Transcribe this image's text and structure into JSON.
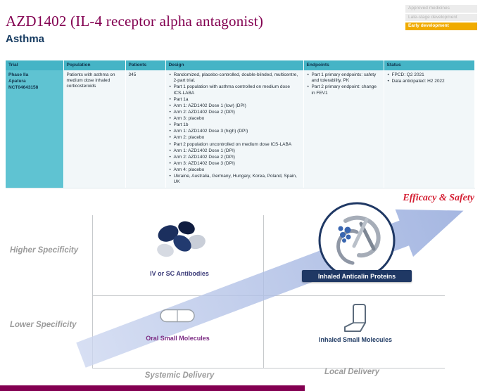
{
  "pipeline_badges": [
    {
      "label": "Approved medicines",
      "state": "inactive"
    },
    {
      "label": "Late-stage development",
      "state": "inactive"
    },
    {
      "label": "Early development",
      "state": "active"
    }
  ],
  "header": {
    "title": "AZD1402 (IL-4 receptor alpha antagonist)",
    "subtitle": "Asthma"
  },
  "trial_table": {
    "columns": [
      "Trial",
      "Population",
      "Patients",
      "Design",
      "Endpoints",
      "Status"
    ],
    "row": {
      "trial_lines": [
        "Phase IIa",
        "Apatura",
        "NCT04643158"
      ],
      "population": "Patients with asthma on medium dose inhaled corticosteroids",
      "patients": "345",
      "design_bullets": [
        "Randomized, placebo-controlled, double-blinded, multicentre, 2-part trial.",
        "Part 1 population with asthma controlled on medium dose ICS-LABA",
        "Part 1a",
        "Arm 1: AZD1402 Dose 1 (low) (DPI)",
        "Arm 2: AZD1402 Dose 2 (DPI)",
        "Arm 3: placebo",
        "Part 1b",
        "Arm 1: AZD1402 Dose 3 (high) (DPI)",
        "Arm 2: placebo",
        "Part 2 population uncontrolled on medium dose ICS-LABA",
        "Arm 1: AZD1402 Dose 1 (DPI)",
        "Arm 2: AZD1402 Dose 2 (DPI)",
        "Arm 3: AZD1402 Dose 3 (DPI)",
        "Arm 4: placebo",
        "Ukraine, Australia, Germany, Hungary, Korea, Poland, Spain, UK"
      ],
      "endpoints_bullets": [
        "Part 1 primary endpoints: safety and tolerability, PK",
        "Part 2 primary endpoint: change in FEV1"
      ],
      "status_bullets": [
        "FPCD: Q2 2021",
        "Data anticipated: H2 2022"
      ]
    }
  },
  "diagram": {
    "efficacy_label": "Efficacy & Safety",
    "y_axis_top": "Higher Specificity",
    "y_axis_bottom": "Lower Specificity",
    "x_axis_left": "Systemic Delivery",
    "x_axis_right": "Local Delivery",
    "quadrant_labels": {
      "top_left": "IV or SC Antibodies",
      "top_right": "Inhaled Anticalin Proteins",
      "bottom_left": "Oral Small Molecules",
      "bottom_right": "Inhaled Small Molecules"
    },
    "icons": [
      "antibody-cluster-icon",
      "anticalin-protein-icon",
      "capsule-icon",
      "inhaler-icon",
      "efficacy-arrow"
    ]
  },
  "colors": {
    "mulberry": "#830051",
    "navy": "#1f3864",
    "teal_header": "#45b4c6",
    "teal_trial_cell": "#5fc3d2",
    "gold_badge": "#F0AB00",
    "red_label": "#d41f33",
    "arrow_blue": "#9fb0e0",
    "gray_axis": "#9b9b9b"
  }
}
